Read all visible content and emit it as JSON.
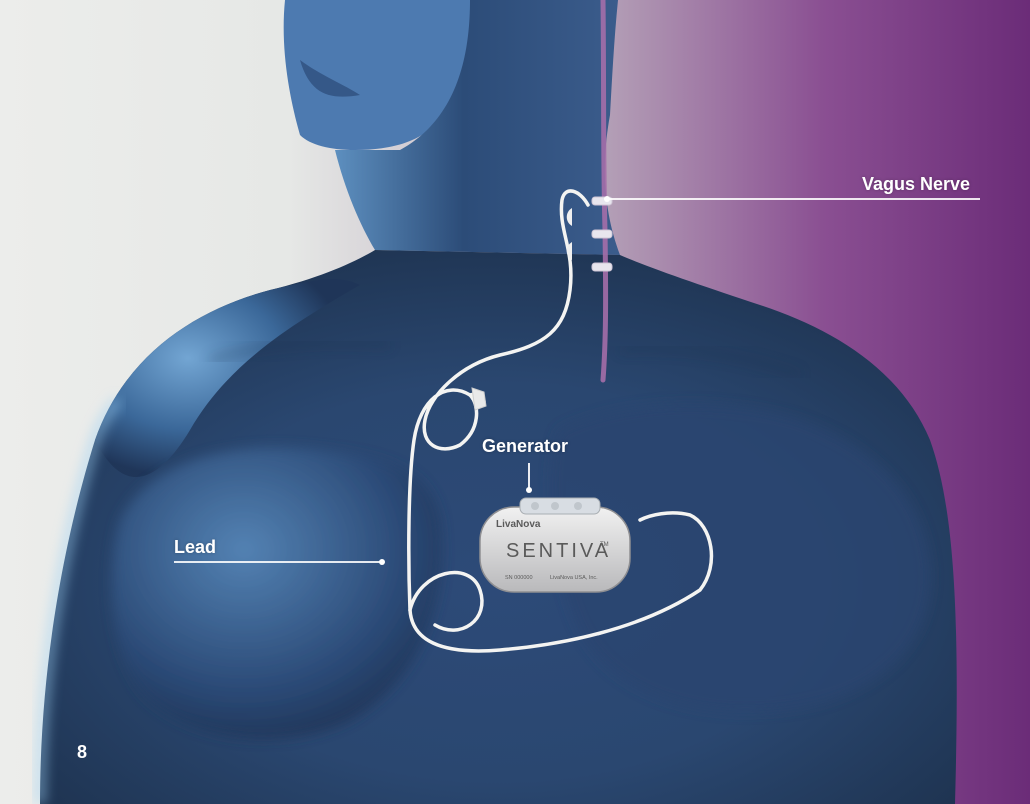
{
  "labels": {
    "vagus_nerve": "Vagus Nerve",
    "generator": "Generator",
    "lead": "Lead"
  },
  "page_number": "8",
  "device": {
    "brand": "LivaNova",
    "model": "SENTIVA",
    "tm": "TM",
    "serial": "SN 000000",
    "origin": "LivaNova USA, Inc."
  },
  "colors": {
    "body_dark": "#1e3350",
    "body_mid": "#3a6a99",
    "body_light": "#6fa6d6",
    "rim_glow": "#9fd2f4",
    "background_right": "#6b2c78",
    "background_left": "#ecedeb",
    "lead_wire": "#f4f4f2",
    "nerve": "#a46ea8"
  }
}
